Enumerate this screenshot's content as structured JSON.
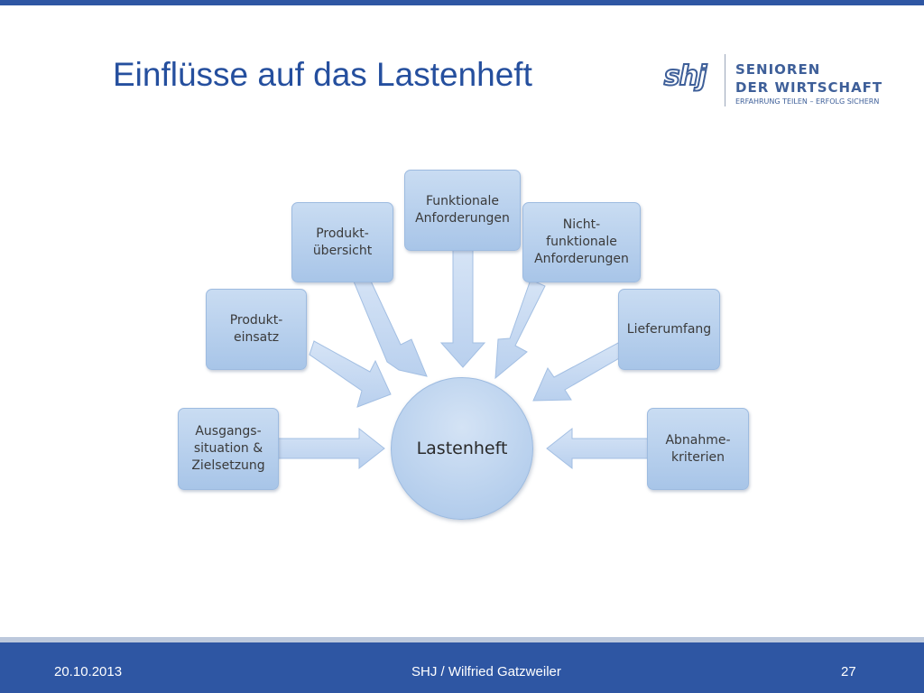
{
  "slide": {
    "title": "Einflüsse auf das Lastenheft"
  },
  "logo": {
    "mark": "shj",
    "line1": "SENIOREN",
    "line2": "DER WIRTSCHAFT",
    "tagline": "ERFAHRUNG TEILEN – ERFOLG SICHERN",
    "color": "#3e5f99"
  },
  "diagram": {
    "center": "Lastenheft",
    "inputs": [
      {
        "id": "ausgangssituation",
        "label": "Ausgangs-\nsituation &\nZielsetzung"
      },
      {
        "id": "produkteinsatz",
        "label": "Produkt-\neinsatz"
      },
      {
        "id": "produktuebersicht",
        "label": "Produkt-\nübersicht"
      },
      {
        "id": "funktionale",
        "label": "Funktionale\nAnforderungen"
      },
      {
        "id": "nichtfunktionale",
        "label": "Nicht-\nfunktionale\nAnforderungen"
      },
      {
        "id": "lieferumfang",
        "label": "Lieferumfang"
      },
      {
        "id": "abnahmekriterien",
        "label": "Abnahme-\nkriterien"
      }
    ],
    "box_fill": "#b7cfee",
    "arrow_fill": "#c8dbf2"
  },
  "footer": {
    "date": "20.10.2013",
    "author": "SHJ / Wilfried Gatzweiler",
    "page": "27",
    "color": "#2e56a3"
  }
}
